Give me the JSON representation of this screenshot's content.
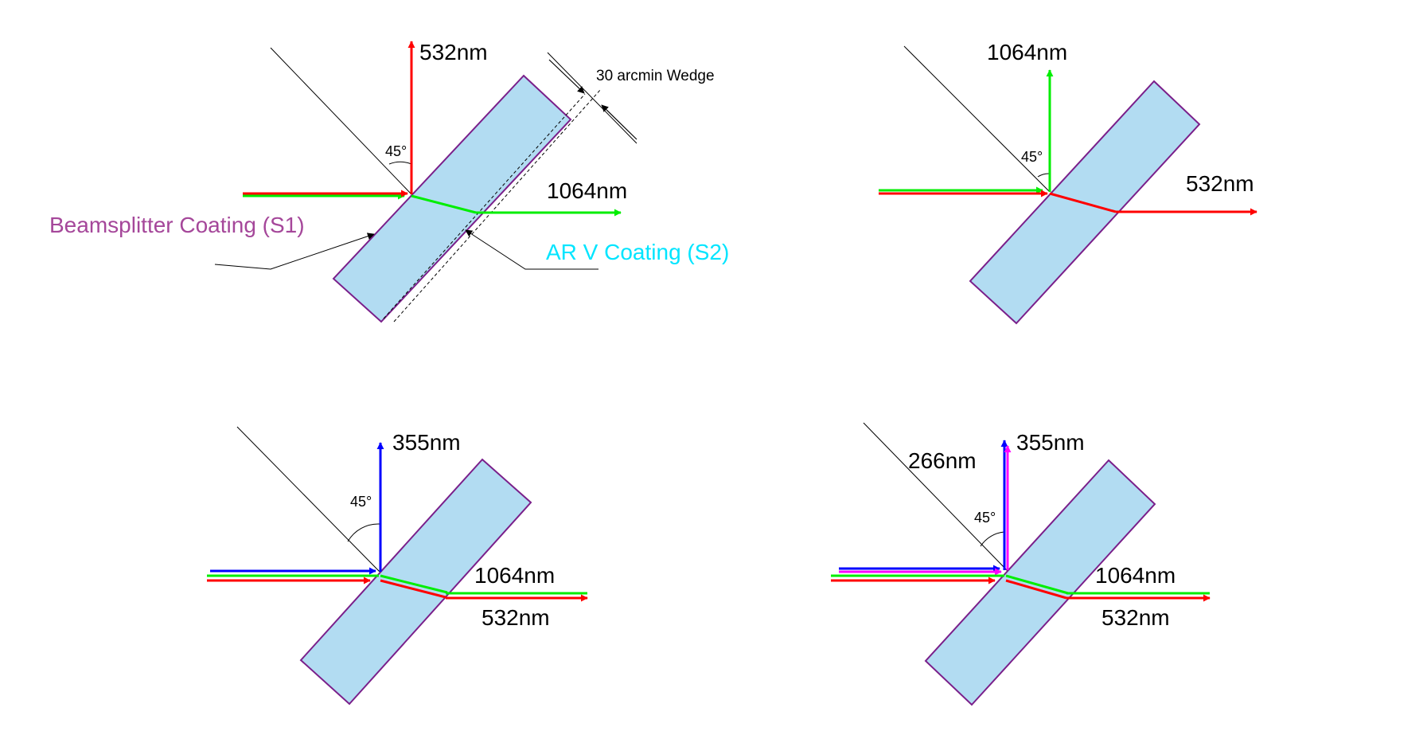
{
  "colors": {
    "substrate_fill": "#b2dcf2",
    "substrate_edge": "#7a1f8a",
    "beam_532": "#ff0000",
    "beam_1064": "#00ee00",
    "beam_355": "#0000ff",
    "beam_266": "#ff00ff",
    "beamsplitter_label": "#a5479a",
    "ar_label": "#00e5ff",
    "line": "#000000"
  },
  "panel_top_left": {
    "reflected_label": "532nm",
    "transmitted_label": "1064nm",
    "angle_label": "45°",
    "wedge_label": "30 arcmin Wedge",
    "beamsplitter_label": "Beamsplitter Coating (S1)",
    "ar_label": "AR V Coating (S2)"
  },
  "panel_top_right": {
    "reflected_label": "1064nm",
    "transmitted_label": "532nm",
    "angle_label": "45°"
  },
  "panel_bottom_left": {
    "reflected_label": "355nm",
    "transmitted_label_1": "1064nm",
    "transmitted_label_2": "532nm",
    "angle_label": "45°"
  },
  "panel_bottom_right": {
    "reflected_label_1": "266nm",
    "reflected_label_2": "355nm",
    "transmitted_label_1": "1064nm",
    "transmitted_label_2": "532nm",
    "angle_label": "45°"
  }
}
